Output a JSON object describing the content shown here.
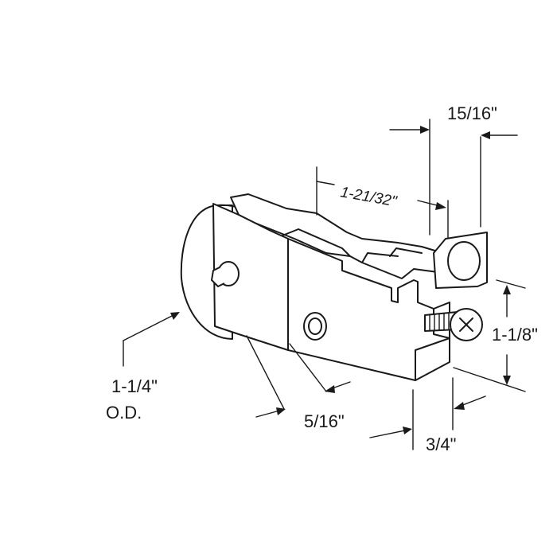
{
  "dimensions": {
    "width_top": "15/16\"",
    "length": "1-21/32\"",
    "height": "1-1/8\"",
    "wheel_od_value": "1-1/4\"",
    "wheel_od_suffix": "O.D.",
    "wheel_thickness": "5/16\"",
    "body_width": "3/4\""
  }
}
